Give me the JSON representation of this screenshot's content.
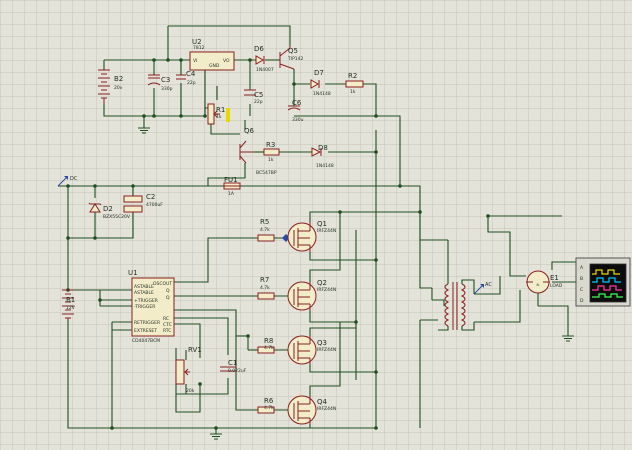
{
  "components": {
    "u2": {
      "ref": "U2",
      "value": "7812",
      "pin_vi": "VI",
      "pin_vo": "VO",
      "pin_gnd": "GND"
    },
    "b2": {
      "ref": "B2",
      "value": "20v"
    },
    "c3": {
      "ref": "C3",
      "value": "330p"
    },
    "c4": {
      "ref": "C4",
      "value": "22p"
    },
    "c5": {
      "ref": "C5",
      "value": "22p"
    },
    "c6": {
      "ref": "C6",
      "value": "330u"
    },
    "d6": {
      "ref": "D6",
      "value": "1N4007"
    },
    "q5": {
      "ref": "Q5",
      "value": "TIP142"
    },
    "d7": {
      "ref": "D7",
      "value": "1N4148"
    },
    "r2": {
      "ref": "R2",
      "value": "1k"
    },
    "r1": {
      "ref": "R1",
      "value": "1k"
    },
    "q6": {
      "ref": "Q6",
      "value": "BC547BP"
    },
    "r3": {
      "ref": "R3",
      "value": "1k"
    },
    "d8": {
      "ref": "D8",
      "value": "1N4148"
    },
    "fu1": {
      "ref": "FU1",
      "value": "1A"
    },
    "c2": {
      "ref": "C2",
      "value": "4700uF"
    },
    "d2": {
      "ref": "D2",
      "value": "BZX55C20V"
    },
    "b1": {
      "ref": "B1",
      "value": "12V"
    },
    "u1": {
      "ref": "U1",
      "value": "CD4047BCM",
      "pins_left": [
        "ASTABLE",
        "ASTABLE",
        "+TRIGGER",
        "-TRIGGER",
        "RETRIGGER",
        "EXTRESET"
      ],
      "pins_right": [
        "OSCOUT",
        "Q",
        "Q",
        "RC",
        "CTC",
        "RTC"
      ]
    },
    "rv1": {
      "ref": "RV1",
      "value": "20k"
    },
    "c1": {
      "ref": "C1",
      "value": "0.022uF"
    },
    "r5": {
      "ref": "R5",
      "value": "4.7k"
    },
    "r7": {
      "ref": "R7",
      "value": "4.7k"
    },
    "r8": {
      "ref": "R8",
      "value": "4.7k"
    },
    "r6": {
      "ref": "R6",
      "value": "4.7k"
    },
    "q1": {
      "ref": "Q1",
      "value": "IRFZ44N"
    },
    "q2": {
      "ref": "Q2",
      "value": "IRFZ44N"
    },
    "q3": {
      "ref": "Q3",
      "value": "IRFZ44N"
    },
    "q4": {
      "ref": "Q4",
      "value": "IRFZ44N"
    },
    "e1": {
      "ref": "E1",
      "value": "LOAD"
    },
    "scope": {
      "channels": [
        "A",
        "B",
        "C",
        "D"
      ]
    }
  },
  "markers": {
    "dc_probe": "DC",
    "ac_probe": "AC"
  },
  "colors": {
    "background": "#e3e3d9",
    "grid": "#b9b9ad",
    "wire": "#1f4f1f",
    "component": "#8a1f1f",
    "component_fill": "#f3ecc9",
    "highlight": "#e8d800",
    "probe": "#2b4aa8"
  }
}
